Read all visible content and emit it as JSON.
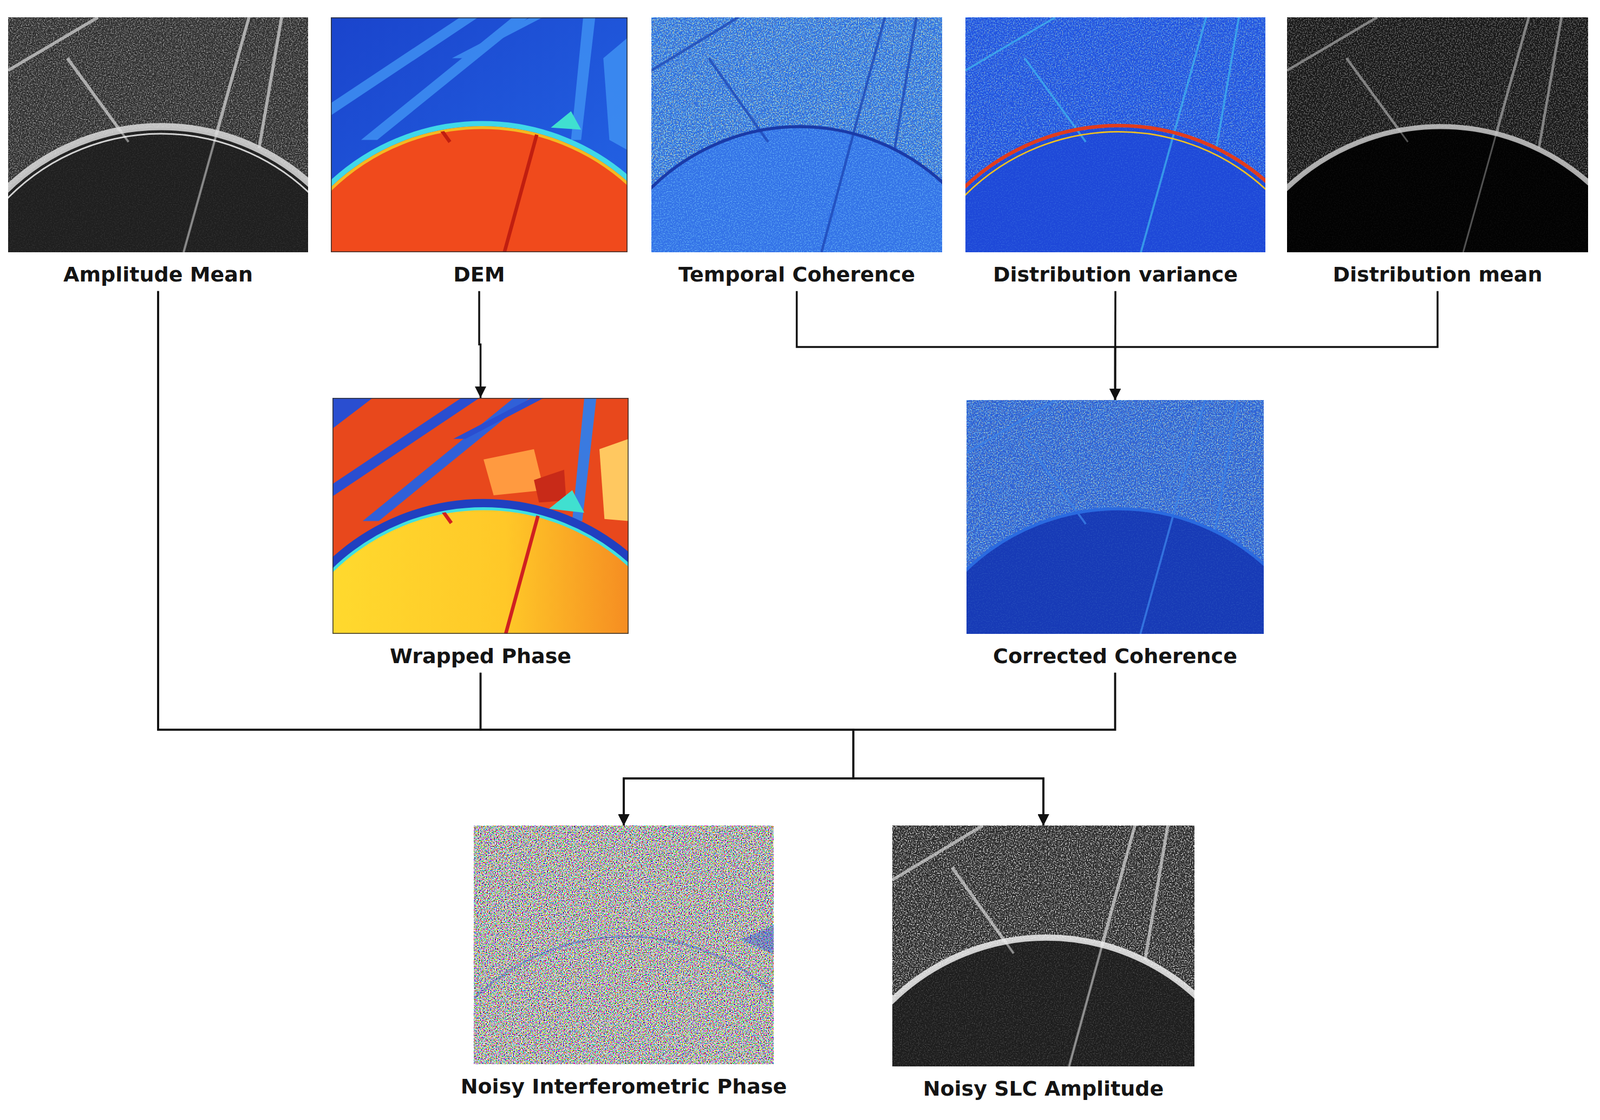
{
  "diagram": {
    "nodes": [
      {
        "text": [
          "Amplitude Mean"
        ]
      },
      {
        "text": [
          "DEM"
        ]
      },
      {
        "text": [
          "Temporal Coherence"
        ]
      },
      {
        "text": [
          "Distribution variance"
        ]
      },
      {
        "text": [
          "Distribution mean"
        ]
      },
      {
        "text": [
          "Wrapped Phase"
        ]
      },
      {
        "text": [
          "Corrected Coherence"
        ]
      },
      {
        "text": [
          "Noisy Interferometric Phase"
        ]
      },
      {
        "text": [
          "Noisy SLC Amplitude"
        ]
      }
    ],
    "edges": [
      {
        "from": 1,
        "to": 5,
        "arrow": "to"
      },
      {
        "from": 2,
        "to": 6,
        "arrow": "to"
      },
      {
        "from": 3,
        "to": 6,
        "arrow": "to"
      },
      {
        "from": 4,
        "to": 6,
        "arrow": "to"
      },
      {
        "from": 0,
        "to": 7,
        "arrow": "to"
      },
      {
        "from": 0,
        "to": 8,
        "arrow": "to"
      },
      {
        "from": 5,
        "to": 7,
        "arrow": "to"
      },
      {
        "from": 5,
        "to": 8,
        "arrow": "to"
      },
      {
        "from": 6,
        "to": 7,
        "arrow": "to"
      },
      {
        "from": 6,
        "to": 8,
        "arrow": "to"
      }
    ]
  }
}
